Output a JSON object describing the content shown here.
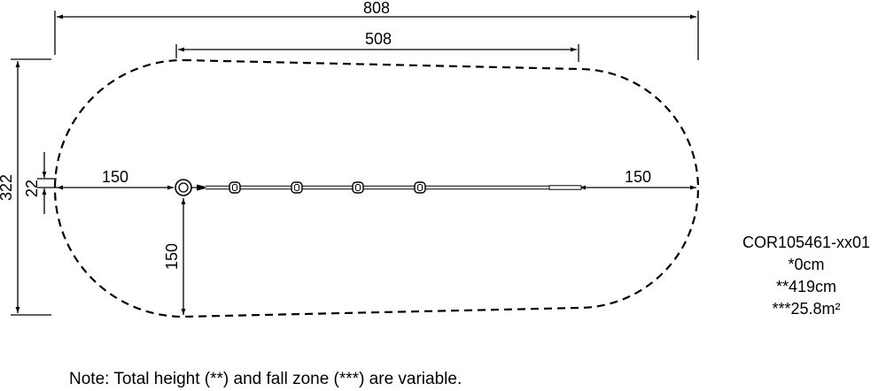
{
  "dimensions": {
    "overall_length": "808",
    "inner_length": "508",
    "overall_width": "322",
    "offset_small": "22",
    "left_clearance": "150",
    "right_clearance": "150",
    "lower_clearance": "150"
  },
  "product": {
    "code": "COR105461-xx01",
    "line1": "*0cm",
    "line2": "**419cm",
    "line3": "***25.8m²"
  },
  "note": "Note: Total height (**) and fall zone (***) are variable."
}
